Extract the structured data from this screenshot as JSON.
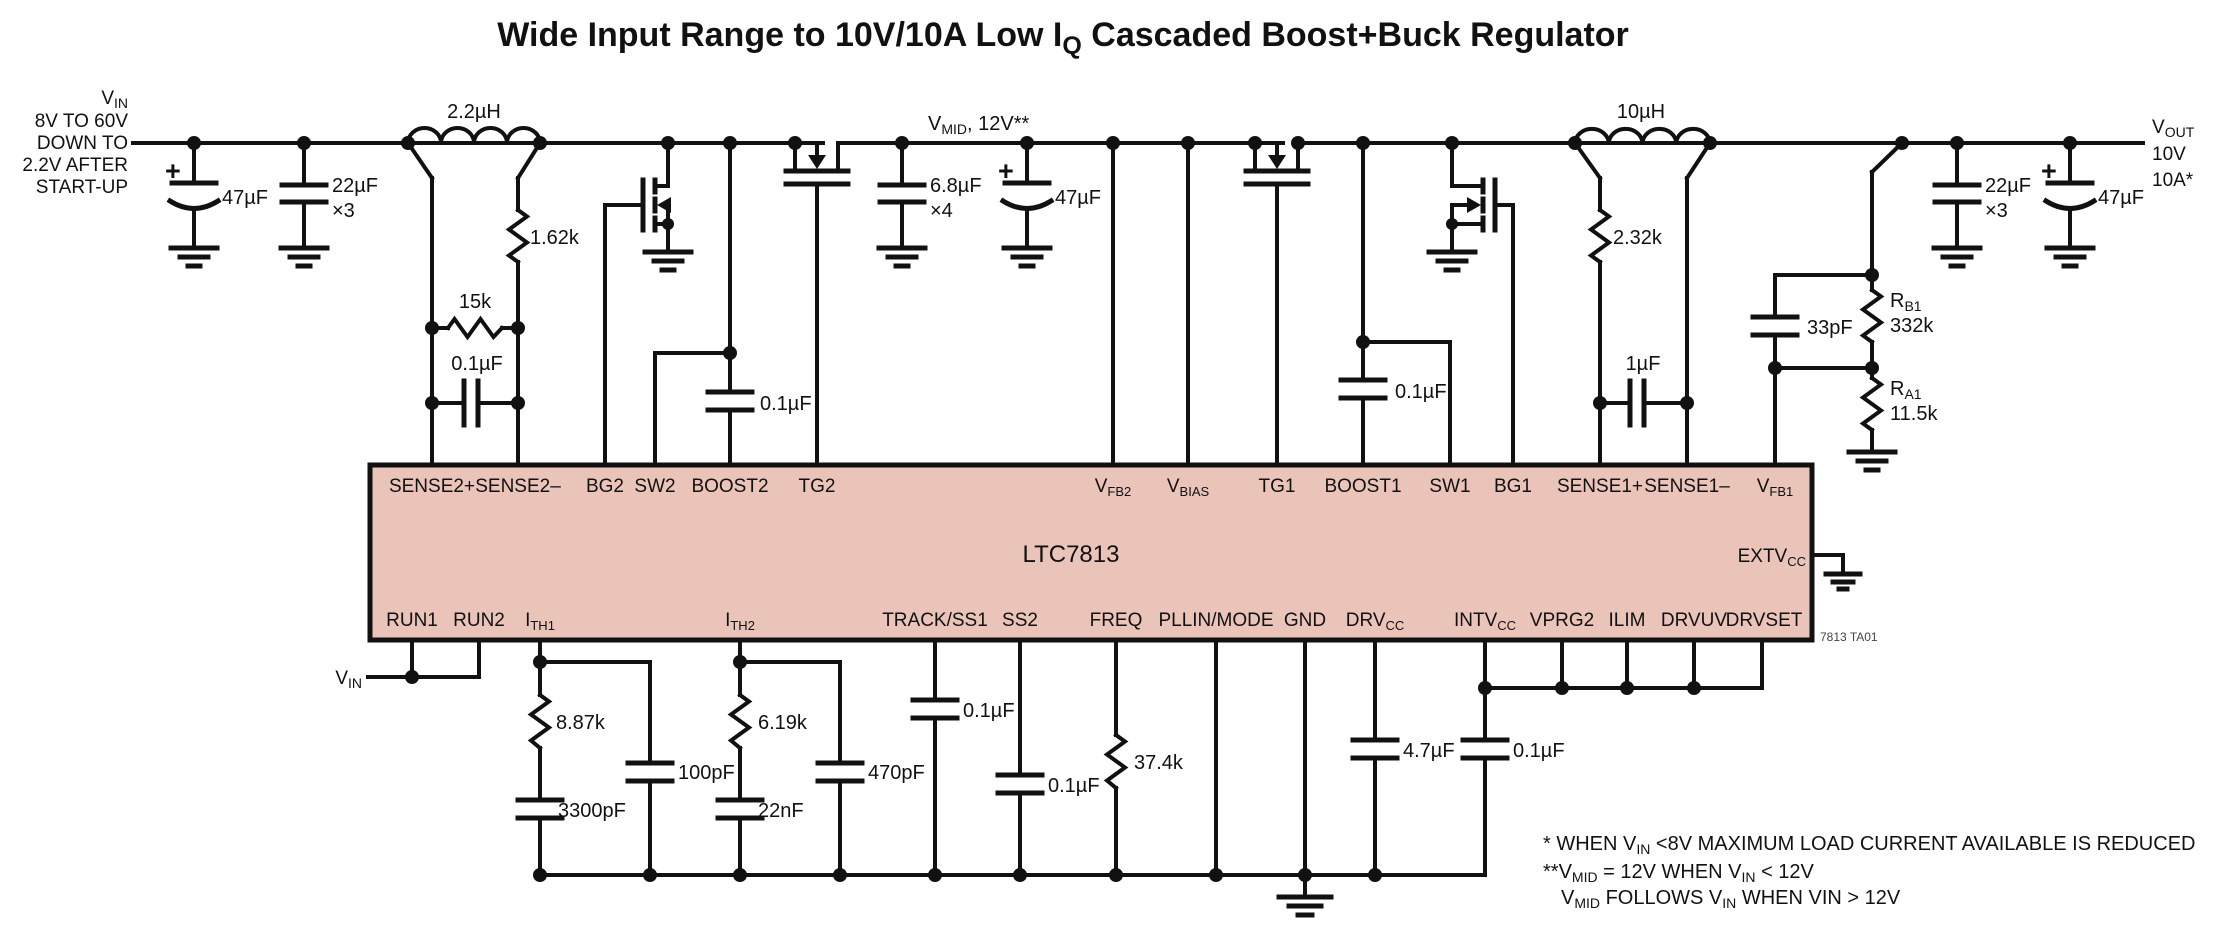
{
  "colors": {
    "background": "#FFFFFF",
    "ic_fill": "#EAC3B9",
    "line": "#111111"
  },
  "title": {
    "pre": "Wide Input Range to 10V/10A Low I",
    "sub": "Q",
    "post": " Cascaded Boost+Buck Regulator"
  },
  "input": {
    "v_base": "V",
    "v_sub": "IN",
    "line2": "8V TO 60V",
    "line3": "DOWN TO",
    "line4": "2.2V AFTER",
    "line5": "START-UP"
  },
  "rails": {
    "vmid_base": "V",
    "vmid_sub": "MID",
    "vmid_rest": ", 12V**",
    "vout_base": "V",
    "vout_sub": "OUT",
    "vout_line2": "10V",
    "vout_line3": "10A*",
    "vin_run_base": "V",
    "vin_run_sub": "IN"
  },
  "ic": {
    "name": "LTC7813",
    "ref": "7813 TA01",
    "top_pins": [
      {
        "base": "SENSE2+",
        "sub": ""
      },
      {
        "base": "SENSE2–",
        "sub": ""
      },
      {
        "base": "BG2",
        "sub": ""
      },
      {
        "base": "SW2",
        "sub": ""
      },
      {
        "base": "BOOST2",
        "sub": ""
      },
      {
        "base": "TG2",
        "sub": ""
      },
      {
        "base": "V",
        "sub": "FB2"
      },
      {
        "base": "V",
        "sub": "BIAS"
      },
      {
        "base": "TG1",
        "sub": ""
      },
      {
        "base": "BOOST1",
        "sub": ""
      },
      {
        "base": "SW1",
        "sub": ""
      },
      {
        "base": "BG1",
        "sub": ""
      },
      {
        "base": "SENSE1+",
        "sub": ""
      },
      {
        "base": "SENSE1–",
        "sub": ""
      },
      {
        "base": "V",
        "sub": "FB1"
      }
    ],
    "bottom_pins": [
      {
        "base": "RUN1",
        "sub": ""
      },
      {
        "base": "RUN2",
        "sub": ""
      },
      {
        "base": "I",
        "sub": "TH1"
      },
      {
        "base": "I",
        "sub": "TH2"
      },
      {
        "base": "TRACK/SS1",
        "sub": ""
      },
      {
        "base": "SS2",
        "sub": ""
      },
      {
        "base": "FREQ",
        "sub": ""
      },
      {
        "base": "PLLIN/MODE",
        "sub": ""
      },
      {
        "base": "GND",
        "sub": ""
      },
      {
        "base": "DRV",
        "sub": "CC"
      },
      {
        "base": "INTV",
        "sub": "CC"
      },
      {
        "base": "VPRG2",
        "sub": ""
      },
      {
        "base": "ILIM",
        "sub": ""
      },
      {
        "base": "DRVUV",
        "sub": ""
      },
      {
        "base": "DRVSET",
        "sub": ""
      }
    ],
    "right_pin": {
      "base": "EXTV",
      "sub": "CC"
    }
  },
  "comp": {
    "c_in_bulk": {
      "plus": "+",
      "value": "47µF"
    },
    "c_in_cer": {
      "value": "22µF",
      "mult": "×3"
    },
    "l2": {
      "value": "2.2µH"
    },
    "r_sense2": {
      "value": "1.62k"
    },
    "r_filt2": {
      "value": "15k"
    },
    "c_filt2": {
      "value": "0.1µF"
    },
    "c_boost2": {
      "value": "0.1µF"
    },
    "c_mid_cer": {
      "value": "6.8µF",
      "mult": "×4"
    },
    "c_mid_bulk": {
      "plus": "+",
      "value": "47µF"
    },
    "c_boost1": {
      "value": "0.1µF"
    },
    "l1": {
      "value": "10µH"
    },
    "r_sense1": {
      "value": "2.32k"
    },
    "c_sense1": {
      "value": "1µF"
    },
    "c_ff": {
      "value": "33pF"
    },
    "r_b1": {
      "base": "R",
      "sub": "B1",
      "value": "332k"
    },
    "r_a1": {
      "base": "R",
      "sub": "A1",
      "value": "11.5k"
    },
    "c_out_cer": {
      "value": "22µF",
      "mult": "×3"
    },
    "c_out_bulk": {
      "plus": "+",
      "value": "47µF"
    },
    "r_ith1": {
      "value": "8.87k"
    },
    "c_ith1": {
      "value": "3300pF"
    },
    "c_ith1b": {
      "value": "100pF"
    },
    "r_ith2": {
      "value": "6.19k"
    },
    "c_ith2": {
      "value": "22nF"
    },
    "c_ith2b": {
      "value": "470pF"
    },
    "c_ss1": {
      "value": "0.1µF"
    },
    "c_ss2": {
      "value": "0.1µF"
    },
    "r_freq": {
      "value": "37.4k"
    },
    "c_drvcc": {
      "value": "4.7µF"
    },
    "c_intvcc": {
      "value": "0.1µF"
    }
  },
  "notes": {
    "l1_pre": "* WHEN V",
    "l1_sub": "IN",
    "l1_post": " <8V MAXIMUM LOAD CURRENT AVAILABLE IS REDUCED",
    "l2_pre": "**V",
    "l2_sub": "MID",
    "l2_mid": " = 12V WHEN V",
    "l2_sub2": "IN",
    "l2_post": " < 12V",
    "l3_pre": "V",
    "l3_sub": "MID",
    "l3_mid": " FOLLOWS V",
    "l3_sub2": "IN",
    "l3_post": " WHEN VIN > 12V"
  }
}
